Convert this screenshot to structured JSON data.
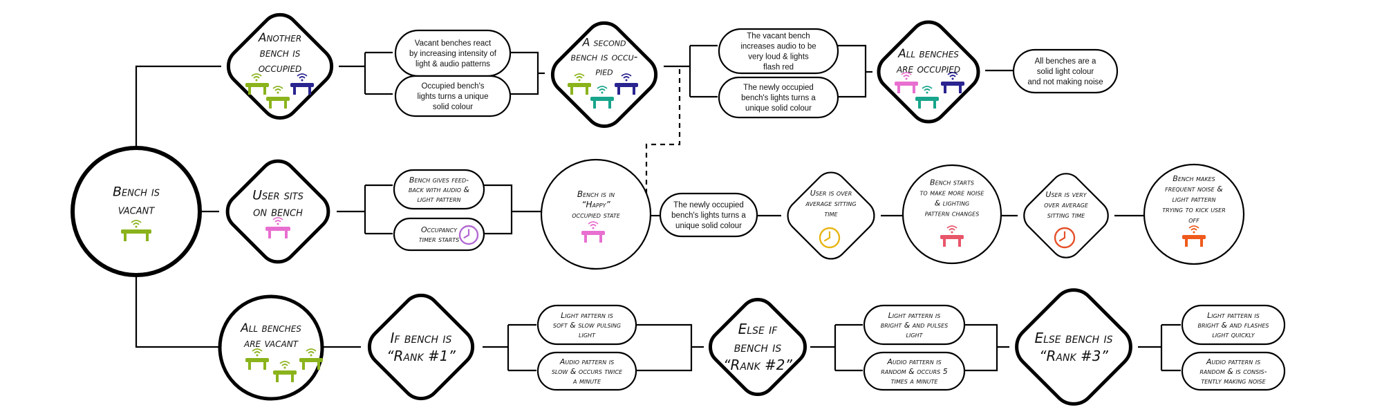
{
  "nodes": {
    "bench_vacant": [
      "Bench is",
      "vacant"
    ],
    "another_occupied": [
      "Another",
      "bench is",
      "occupied"
    ],
    "vacant_react": [
      "Vacant benches react",
      "by increasing intensity of",
      "light & audio patterns"
    ],
    "occupied_unique": [
      "Occupied bench's",
      "lights turns a unique",
      "solid colour"
    ],
    "second_occupied": [
      "A second",
      "bench is occu-",
      "pied"
    ],
    "vacant_loud": [
      "The vacant bench",
      "increases audio to be",
      "very loud & lights",
      "flash red"
    ],
    "newly_unique_top": [
      "The newly occupied",
      "bench's lights turns a",
      "unique solid colour"
    ],
    "all_occupied": [
      "All benches",
      "are occupied"
    ],
    "all_solid": [
      "All benches are a",
      "solid light colour",
      "and not making noise"
    ],
    "user_sits": [
      "User sits",
      "on bench"
    ],
    "feedback": [
      "Bench gives feed-",
      "back with audio &",
      "light pattern"
    ],
    "timer": [
      "Occupancy",
      "timer starts"
    ],
    "happy": [
      "Bench is in",
      "“Happy”",
      "occupied state"
    ],
    "newly_unique_mid": [
      "The newly occupied",
      "bench's lights turns a",
      "unique solid colour"
    ],
    "over_avg": [
      "User is over",
      "average sitting",
      "time"
    ],
    "more_noise": [
      "Bench starts",
      "to make more noise",
      "& lighting",
      "pattern changes"
    ],
    "very_over": [
      "User is very",
      "over average",
      "sitting time"
    ],
    "kick": [
      "Bench makes",
      "frequent noise &",
      "light pattern",
      "trying to kick user",
      "off"
    ],
    "all_vacant": [
      "All benches",
      "are vacant"
    ],
    "rank1": [
      "If bench is",
      "“Rank #1”"
    ],
    "r1_light": [
      "Light pattern is",
      "soft & slow pulsing",
      "light"
    ],
    "r1_audio": [
      "Audio pattern is",
      "slow & occurs twice",
      "a minute"
    ],
    "rank2": [
      "Else if",
      "bench is",
      "“Rank #2”"
    ],
    "r2_light": [
      "Light pattern is",
      "bright & and pulses",
      "light"
    ],
    "r2_audio": [
      "Audio pattern is",
      "random & occurs 5",
      "times a minute"
    ],
    "rank3": [
      "Else bench is",
      "“Rank #3”"
    ],
    "r3_light": [
      "Light pattern is",
      "bright & and flashes",
      "light quickly"
    ],
    "r3_audio": [
      "Audio pattern is",
      "random & is consis-",
      "tently making noise"
    ]
  },
  "colors": {
    "lime": "#8ab31c",
    "navy": "#2a2490",
    "teal": "#18a58c",
    "pink": "#e86fd0",
    "purple": "#b26ad2",
    "yellow": "#e7b512",
    "coral": "#e8566a",
    "red": "#e5502a",
    "orange": "#ef5a1c"
  },
  "icons": [
    "bench-icon",
    "wifi-signal-icon",
    "clock-icon"
  ]
}
